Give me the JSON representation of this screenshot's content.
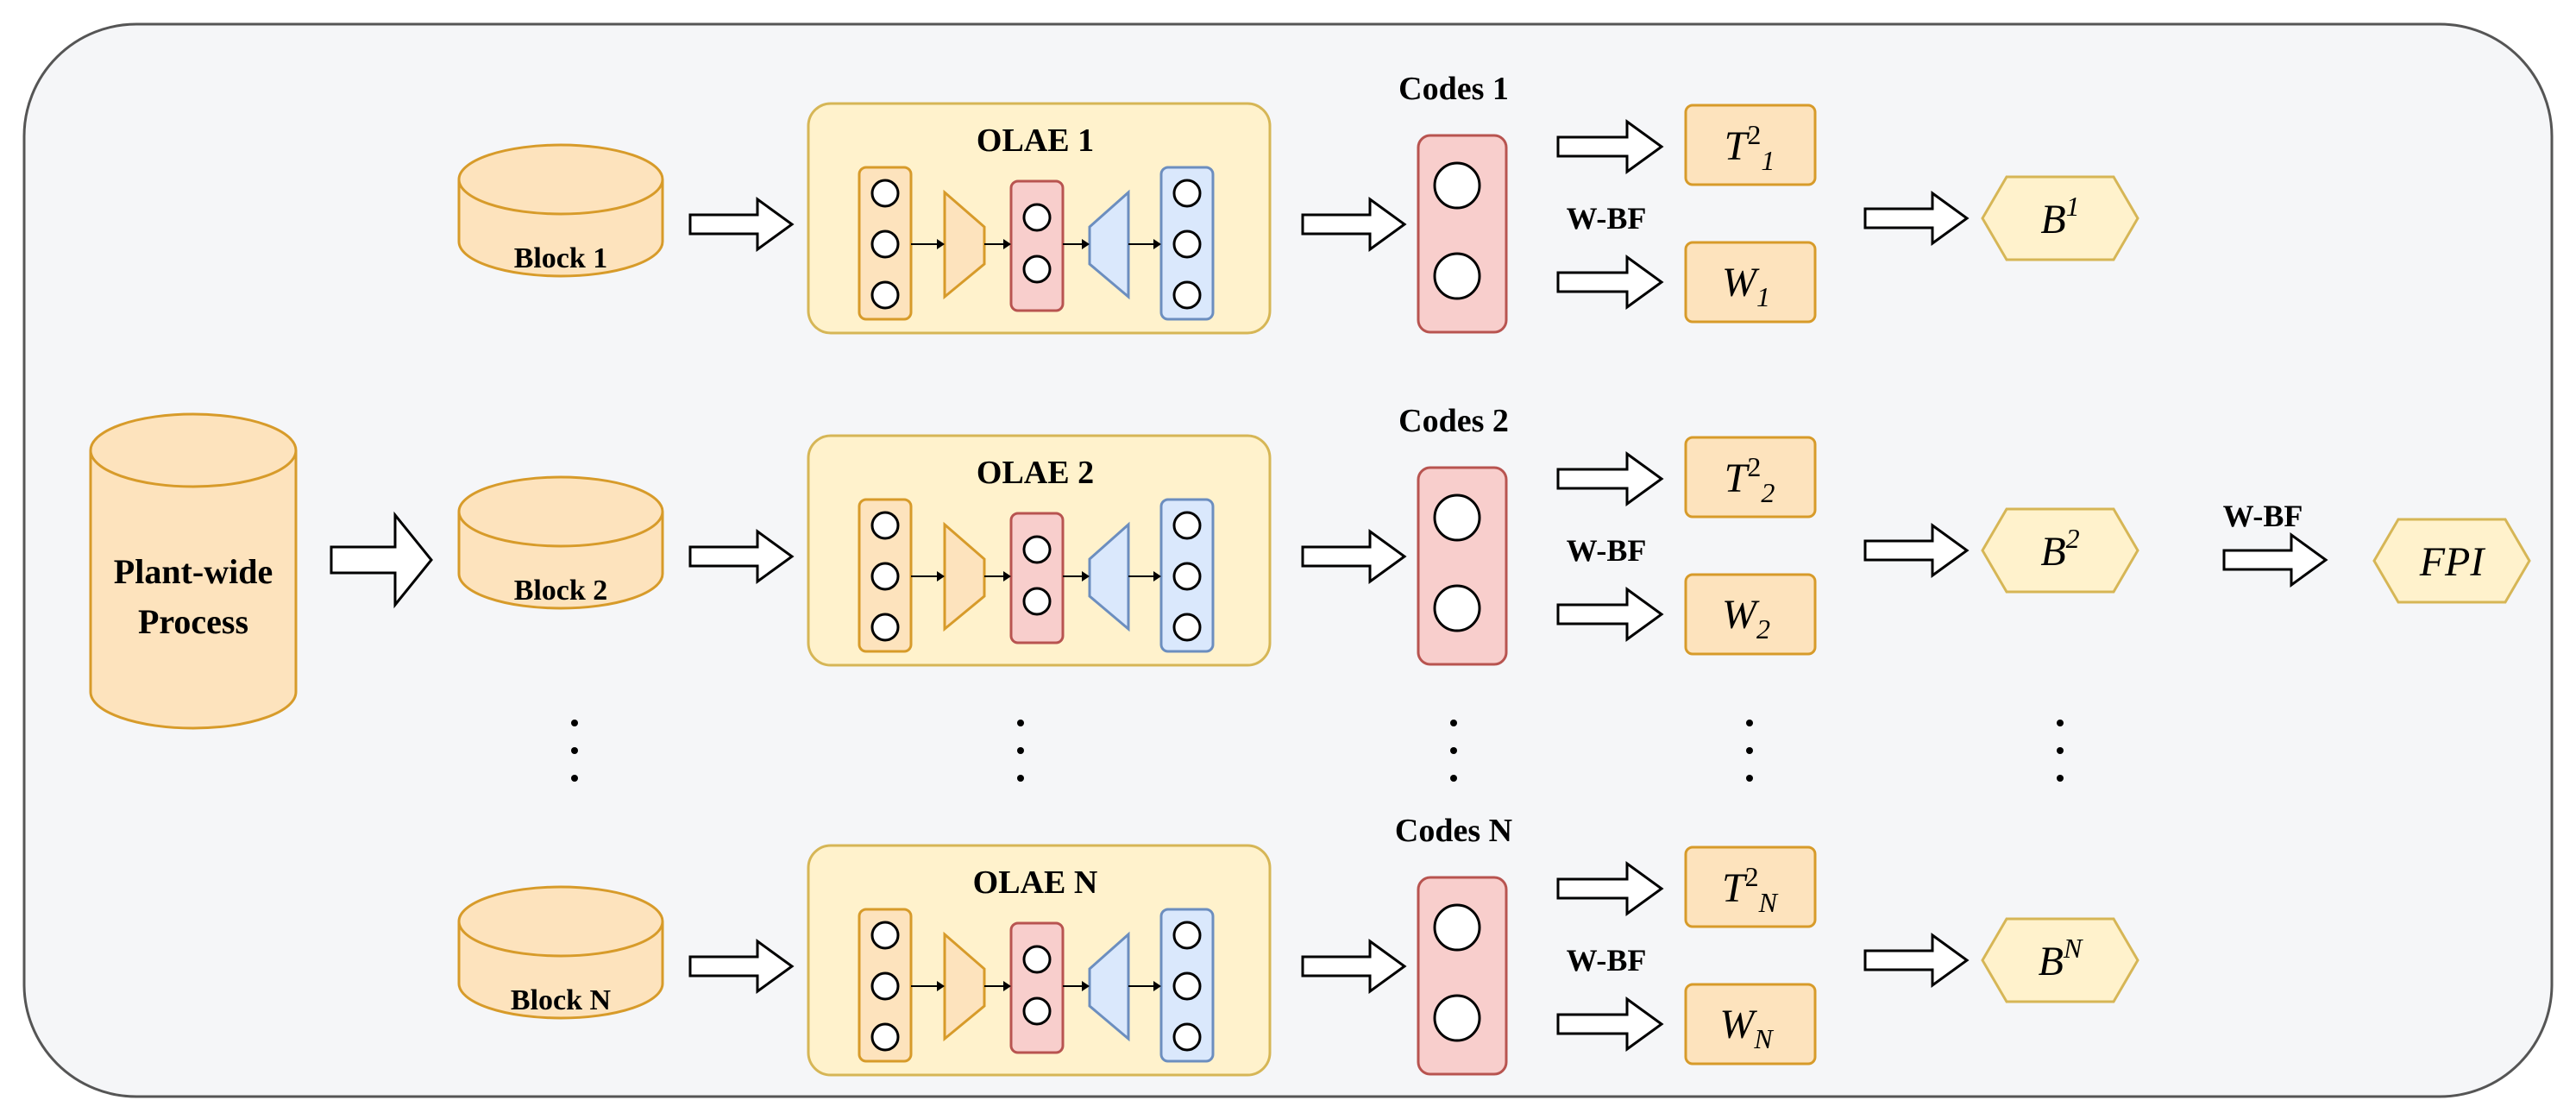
{
  "source": {
    "label_line1": "Plant-wide",
    "label_line2": "Process"
  },
  "rows": [
    {
      "block": "Block 1",
      "olae": "OLAE 1",
      "codes": "Codes 1",
      "wbf": "W-BF",
      "t2_base": "T",
      "t2_sup": "2",
      "t2_sub": "1",
      "w_base": "W",
      "w_sub": "1",
      "b_base": "B",
      "b_sup": "1"
    },
    {
      "block": "Block 2",
      "olae": "OLAE 2",
      "codes": "Codes 2",
      "wbf": "W-BF",
      "t2_base": "T",
      "t2_sup": "2",
      "t2_sub": "2",
      "w_base": "W",
      "w_sub": "2",
      "b_base": "B",
      "b_sup": "2"
    },
    {
      "block": "Block N",
      "olae": "OLAE N",
      "codes": "Codes N",
      "wbf": "W-BF",
      "t2_base": "T",
      "t2_sup": "2",
      "t2_sub": "N",
      "w_base": "W",
      "w_sub": "N",
      "b_base": "B",
      "b_sup": "N"
    }
  ],
  "final": {
    "wbf": "W-BF",
    "label": "FPI"
  },
  "colors": {
    "panel_fill": "#f5f6f8",
    "panel_stroke": "#555555",
    "orange_fill": "#fde3bd",
    "orange_stroke": "#d79b2a",
    "olae_fill": "#fff2cc",
    "olae_stroke": "#d6b656",
    "red_fill": "#f8cecc",
    "red_stroke": "#b85450",
    "blue_fill": "#dae8fc",
    "blue_stroke": "#6c8ebf",
    "hex_fill": "#fff2cc",
    "hex_stroke": "#d6b656"
  }
}
